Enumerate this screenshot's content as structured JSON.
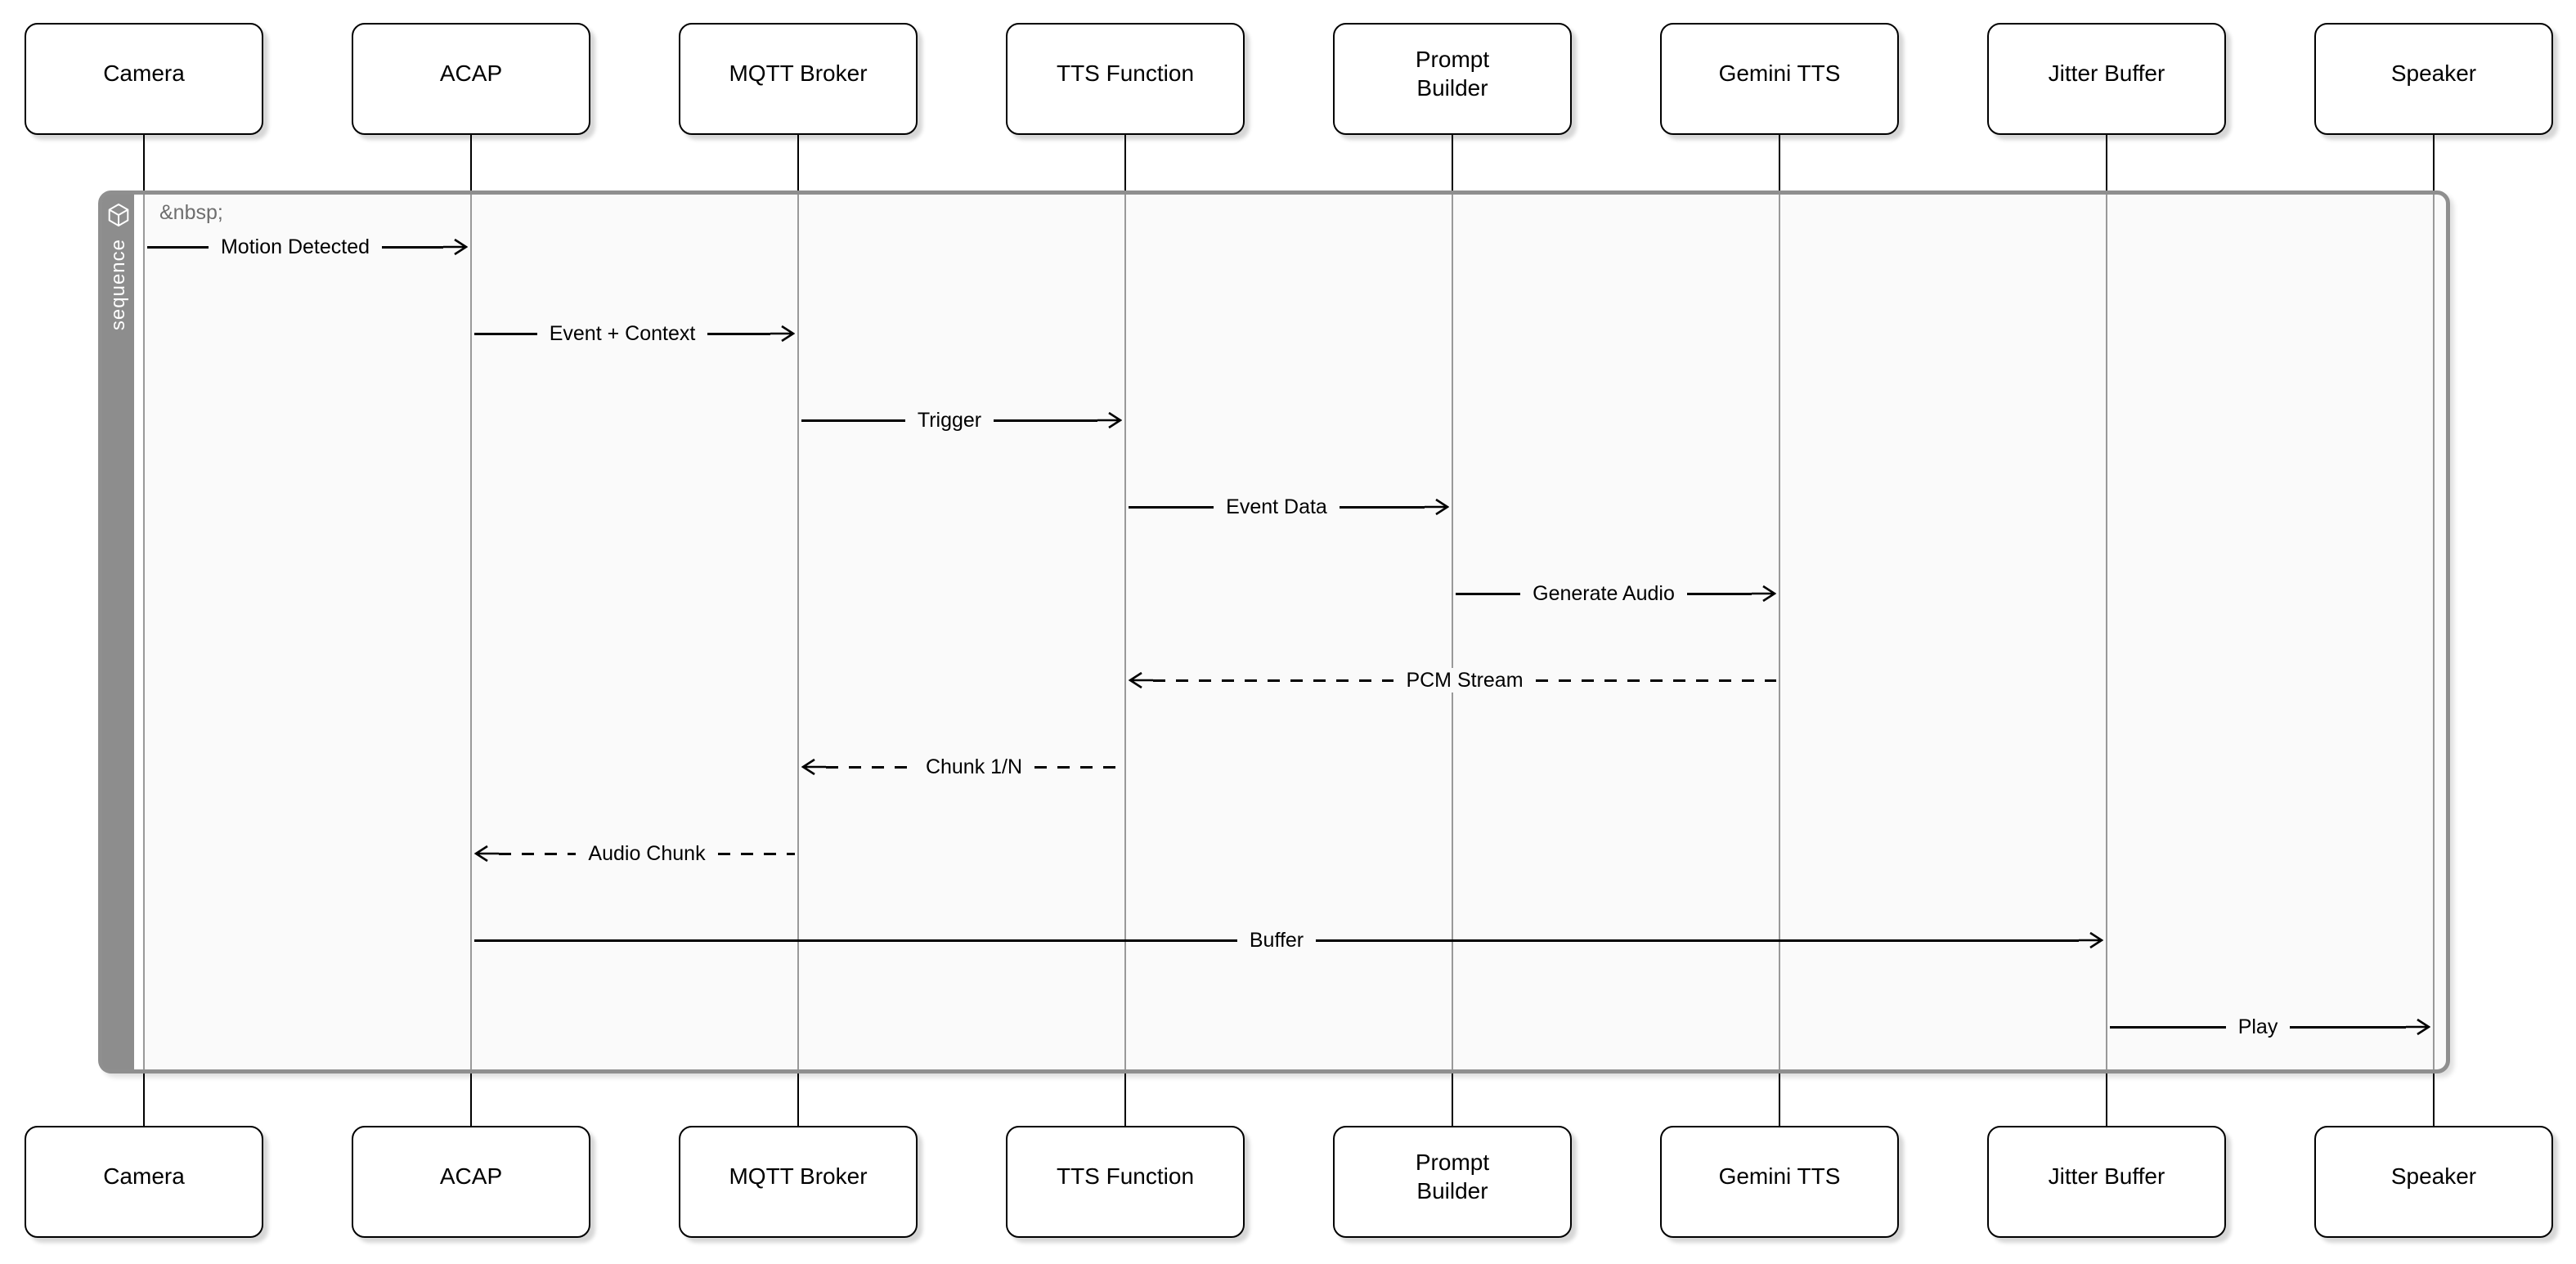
{
  "diagram": {
    "type": "sequence",
    "frame": {
      "label": "sequence",
      "icon": "cube-icon",
      "placeholder_text": "&nbsp;"
    },
    "participants": [
      {
        "id": "camera",
        "label": "Camera"
      },
      {
        "id": "acap",
        "label": "ACAP"
      },
      {
        "id": "mqtt-broker",
        "label": "MQTT Broker"
      },
      {
        "id": "tts-function",
        "label": "TTS Function"
      },
      {
        "id": "prompt-builder",
        "label": "Prompt Builder",
        "wrap": true
      },
      {
        "id": "gemini-tts",
        "label": "Gemini TTS"
      },
      {
        "id": "jitter-buffer",
        "label": "Jitter Buffer"
      },
      {
        "id": "speaker",
        "label": "Speaker"
      }
    ],
    "messages": [
      {
        "from": "camera",
        "to": "acap",
        "label": "Motion Detected",
        "line": "solid"
      },
      {
        "from": "acap",
        "to": "mqtt-broker",
        "label": "Event + Context",
        "line": "solid"
      },
      {
        "from": "mqtt-broker",
        "to": "tts-function",
        "label": "Trigger",
        "line": "solid"
      },
      {
        "from": "tts-function",
        "to": "prompt-builder",
        "label": "Event Data",
        "line": "solid"
      },
      {
        "from": "prompt-builder",
        "to": "gemini-tts",
        "label": "Generate Audio",
        "line": "solid"
      },
      {
        "from": "gemini-tts",
        "to": "tts-function",
        "label": "PCM Stream",
        "line": "dashed"
      },
      {
        "from": "tts-function",
        "to": "mqtt-broker",
        "label": "Chunk 1/N",
        "line": "dashed"
      },
      {
        "from": "mqtt-broker",
        "to": "acap",
        "label": "Audio Chunk",
        "line": "dashed"
      },
      {
        "from": "acap",
        "to": "jitter-buffer",
        "label": "Buffer",
        "line": "solid"
      },
      {
        "from": "jitter-buffer",
        "to": "speaker",
        "label": "Play",
        "line": "solid"
      }
    ],
    "colors": {
      "page_bg": "#ffffff",
      "box_fill": "#ffffff",
      "box_border": "#000000",
      "frame_bg": "#fafafa",
      "frame_border": "#8f8f8f",
      "title_bar": "#8d8d8d",
      "title_text": "#ffffff",
      "lifeline": "#999999",
      "message_line": "#000000",
      "muted_text": "#6e6e6e"
    }
  }
}
